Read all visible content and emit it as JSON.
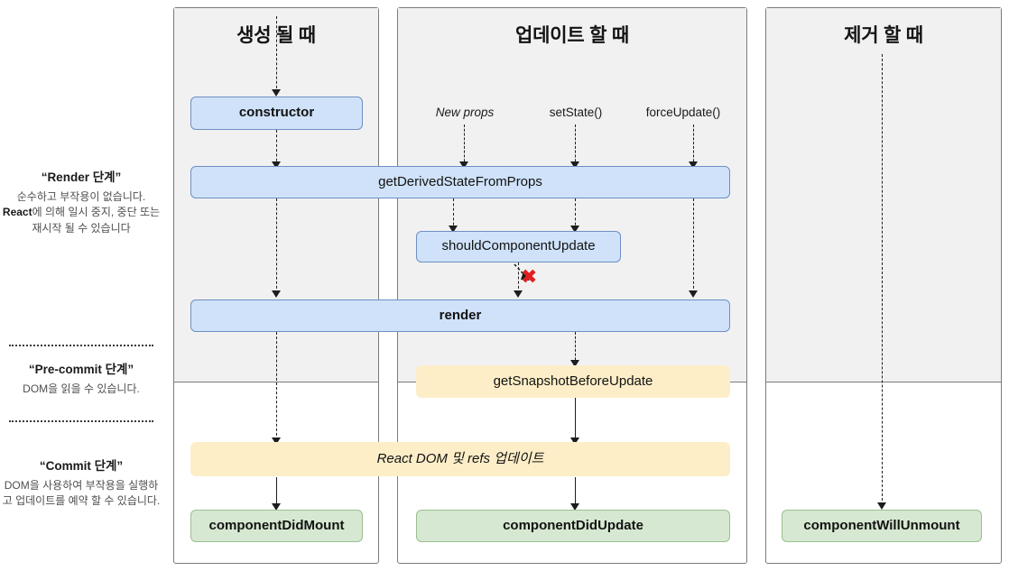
{
  "diagram": {
    "title": "React Lifecycle Methods Diagram (Korean)",
    "columns": [
      {
        "id": "mounting",
        "label": "생성 될 때"
      },
      {
        "id": "updating",
        "label": "업데이트 할 때"
      },
      {
        "id": "unmounting",
        "label": "제거 할 때"
      }
    ],
    "phases": [
      {
        "id": "render",
        "title": "“Render 단계”",
        "description_parts": [
          {
            "text": "순수하고 부작용이 없습니다. ",
            "bold": false
          },
          {
            "text": "React",
            "bold": true
          },
          {
            "text": "에 의해 일시 중지, 중단 또는 재시작 될 수 있습니다",
            "bold": false
          }
        ],
        "description": "순수하고 부작용이 없습니다. React에 의해 일시 중지, 중단 또는 재시작 될 수 있습니다"
      },
      {
        "id": "pre-commit",
        "title": "“Pre-commit 단계”",
        "description": "DOM을 읽을 수 있습니다."
      },
      {
        "id": "commit",
        "title": "“Commit 단계”",
        "description": "DOM을 사용하여 부작용을 실행하고 업데이트를 예약 할 수 있습니다."
      }
    ],
    "triggers": [
      {
        "id": "new-props",
        "label": "New props",
        "italic": true
      },
      {
        "id": "set-state",
        "label": "setState()",
        "italic": false
      },
      {
        "id": "force-update",
        "label": "forceUpdate()",
        "italic": false
      }
    ],
    "boxes": [
      {
        "id": "constructor",
        "label": "constructor",
        "color": "blue",
        "bold": true,
        "italic": false
      },
      {
        "id": "get-derived-state",
        "label": "getDerivedStateFromProps",
        "color": "blue",
        "bold": false,
        "italic": false
      },
      {
        "id": "should-component-update",
        "label": "shouldComponentUpdate",
        "color": "blue",
        "bold": false,
        "italic": false
      },
      {
        "id": "render",
        "label": "render",
        "color": "blue",
        "bold": true,
        "italic": false
      },
      {
        "id": "get-snapshot",
        "label": "getSnapshotBeforeUpdate",
        "color": "yellow",
        "bold": false,
        "italic": false
      },
      {
        "id": "react-dom-refs",
        "label": "React DOM 및 refs 업데이트",
        "color": "yellow",
        "bold": false,
        "italic": true
      },
      {
        "id": "component-did-mount",
        "label": "componentDidMount",
        "color": "green",
        "bold": true,
        "italic": false
      },
      {
        "id": "component-did-update",
        "label": "componentDidUpdate",
        "color": "green",
        "bold": true,
        "italic": false
      },
      {
        "id": "component-will-unmount",
        "label": "componentWillUnmount",
        "color": "green",
        "bold": true,
        "italic": false
      }
    ],
    "markers": [
      {
        "id": "abort-x",
        "glyph": "✖",
        "color": "#e02020",
        "meaning": "shouldComponentUpdate returns false — skip render"
      }
    ],
    "colors": {
      "render_phase_bg": "#f1f1f1",
      "commit_phase_bg": "#ffffff",
      "blue_fill": "#cfe2f9",
      "blue_border": "#6f8fc4",
      "yellow_fill": "#fdeec8",
      "yellow_border": "#d9b766",
      "green_fill": "#d6e8d1",
      "green_border": "#9cbf92",
      "panel_border": "#7b7b7b",
      "connector": "#1d1d1d",
      "x_marker": "#e02020"
    }
  }
}
